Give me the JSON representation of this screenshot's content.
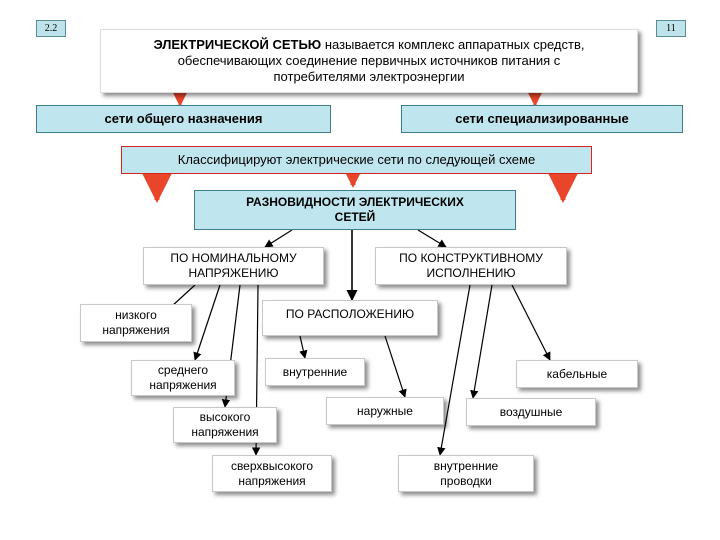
{
  "slide": {
    "number_left": "2.2",
    "number_right": "11"
  },
  "definition": {
    "lead": "ЭЛЕКТРИЧЕСКОЙ СЕТЬЮ",
    "rest": " называется комплекс аппаратных средств,",
    "line2": "обеспечивающих соединение первичных источников питания с",
    "line3": "потребителями электроэнергии"
  },
  "categories": {
    "general": "сети общего назначения",
    "specialized": "сети специализированные"
  },
  "classify": "Классифицируют электрические сети по следующей схеме",
  "root": {
    "line1": "РАЗНОВИДНОСТИ ЭЛЕКТРИЧЕСКИХ",
    "line2": "СЕТЕЙ"
  },
  "branches": {
    "voltage": {
      "line1": "ПО НОМИНАЛЬНОМУ",
      "line2": "НАПРЯЖЕНИЮ"
    },
    "design": {
      "line1": "ПО КОНСТРУКТИВНОМУ",
      "line2": "ИСПОЛНЕНИЮ"
    },
    "location": {
      "line1": "ПО РАСПОЛОЖЕНИЮ"
    }
  },
  "voltage_items": {
    "low": {
      "line1": "низкого",
      "line2": "напряжения"
    },
    "medium": {
      "line1": "среднего",
      "line2": "напряжения"
    },
    "high": {
      "line1": "высокого",
      "line2": "напряжения"
    },
    "ultra": {
      "line1": "сверхвысокого",
      "line2": "напряжения"
    }
  },
  "location_items": {
    "internal": "внутренние",
    "external": "наружные"
  },
  "design_items": {
    "cable": "кабельные",
    "overhead": "воздушные",
    "wiring": {
      "line1": "внутренние",
      "line2": "проводки"
    }
  },
  "colors": {
    "accent_red": "#e8452a",
    "box_fill": "#bfe6ee",
    "line": "#000000"
  }
}
